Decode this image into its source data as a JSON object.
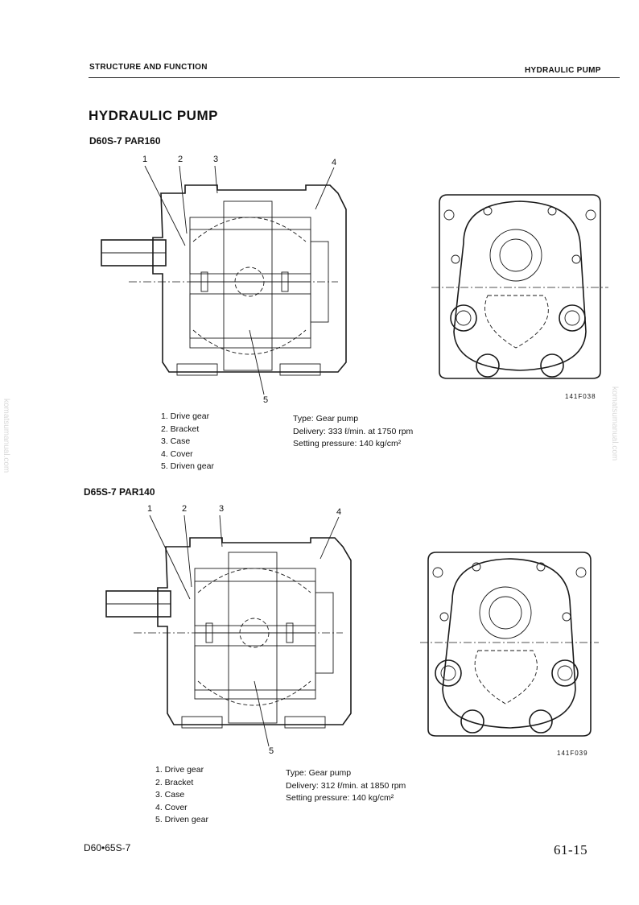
{
  "header": {
    "left": "STRUCTURE AND FUNCTION",
    "right": "HYDRAULIC PUMP"
  },
  "title": "HYDRAULIC PUMP",
  "sections": [
    {
      "model": "D60S-7 PAR160",
      "callouts": [
        "1",
        "2",
        "3",
        "4",
        "5"
      ],
      "figure_id": "141F038",
      "parts": [
        "1. Drive gear",
        "2. Bracket",
        "3. Case",
        "4. Cover",
        "5. Driven gear"
      ],
      "spec": {
        "type": "Type: Gear pump",
        "delivery": "Delivery: 333 ℓ/min. at 1750 rpm",
        "pressure": "Setting pressure: 140 kg/cm²"
      }
    },
    {
      "model": "D65S-7 PAR140",
      "callouts": [
        "1",
        "2",
        "3",
        "4",
        "5"
      ],
      "figure_id": "141F039",
      "parts": [
        "1. Drive gear",
        "2. Bracket",
        "3. Case",
        "4. Cover",
        "5. Driven gear"
      ],
      "spec": {
        "type": "Type: Gear pump",
        "delivery": "Delivery: 312 ℓ/min. at 1850 rpm",
        "pressure": "Setting pressure: 140 kg/cm²"
      }
    }
  ],
  "footer": {
    "model": "D60•65S-7",
    "page": "61-15"
  },
  "watermark": "komatsumanual.com"
}
